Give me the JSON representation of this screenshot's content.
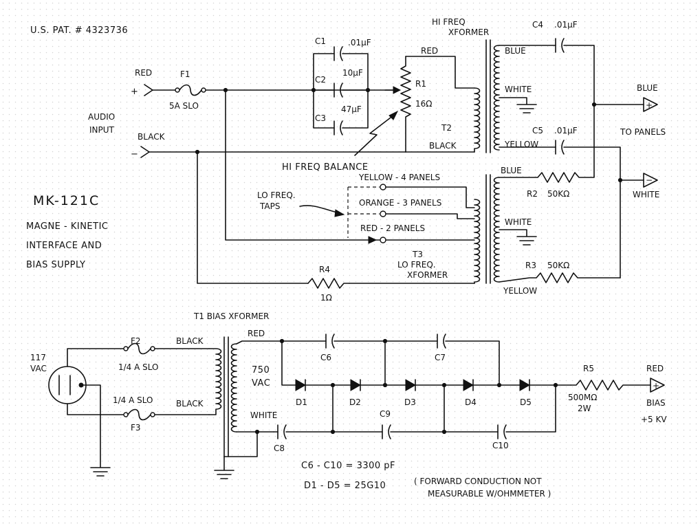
{
  "header": {
    "patent": "U.S. PAT. # 4323736",
    "model": "MK-121C",
    "description": [
      "MAGNE - KINETIC",
      "INTERFACE AND",
      "BIAS SUPPLY"
    ]
  },
  "inputs": {
    "audio_label": [
      "AUDIO",
      "INPUT"
    ],
    "red_wire": "RED",
    "black_wire": "BLACK",
    "plus": "+",
    "minus": "−",
    "fuse_f1": "F1",
    "fuse_f1_value": "5A SLO"
  },
  "hi_freq": {
    "c1": "C1",
    "c1_value": ".01μF",
    "c2": "C2",
    "c2_value": "10μF",
    "c3": "C3",
    "c3_value": "47μF",
    "r1": "R1",
    "r1_value": "16Ω",
    "xformer_title": [
      "HI FREQ",
      "XFORMER"
    ],
    "t2": "T2",
    "red": "RED",
    "black": "BLACK",
    "blue": "BLUE",
    "white": "WHITE",
    "yellow": "YELLOW",
    "balance": "HI FREQ BALANCE",
    "c4": "C4",
    "c4_value": ".01μF",
    "c5": "C5",
    "c5_value": ".01μF"
  },
  "outputs": {
    "blue": "BLUE",
    "white": "WHITE",
    "to_panels": "TO PANELS",
    "plus": "+",
    "minus": "−"
  },
  "lo_freq": {
    "taps_label": [
      "LO FREQ.",
      "TAPS"
    ],
    "tap_yellow": "YELLOW - 4 PANELS",
    "tap_orange": "ORANGE - 3 PANELS",
    "tap_red": "RED - 2 PANELS",
    "t3": "T3",
    "xformer_title": [
      "LO FREQ.",
      "XFORMER"
    ],
    "blue": "BLUE",
    "white": "WHITE",
    "yellow": "YELLOW",
    "r2": "R2",
    "r2_value": "50KΩ",
    "r3": "R3",
    "r3_value": "50KΩ",
    "r4": "R4",
    "r4_value": "1Ω"
  },
  "bias": {
    "t1_title": "T1 BIAS XFORMER",
    "mains": [
      "117",
      "VAC"
    ],
    "f2": "F2",
    "f2_value": "1/4 A SLO",
    "f3": "F3",
    "f3_value": "1/4 A SLO",
    "black_top": "BLACK",
    "black_bottom": "BLACK",
    "red": "RED",
    "white": "WHITE",
    "secondary": [
      "750",
      "VAC"
    ],
    "c6": "C6",
    "c7": "C7",
    "c8": "C8",
    "c9": "C9",
    "c10": "C10",
    "diodes": [
      "D1",
      "D2",
      "D3",
      "D4",
      "D5"
    ],
    "r5": "R5",
    "r5_value": "500MΩ",
    "r5_power": "2W",
    "out_red": "RED",
    "out_bias": "BIAS",
    "out_kv": "+5 KV",
    "plus": "+"
  },
  "notes": {
    "caps": "C6 - C10 = 3300 pF",
    "diodes": "D1 - D5 = 25G10",
    "diode_note": [
      "( FORWARD CONDUCTION NOT",
      "MEASURABLE W/OHMMETER )"
    ]
  },
  "colors": {
    "ink": "#111111",
    "paper": "#ffffff",
    "dots": "#d2d2d2"
  }
}
